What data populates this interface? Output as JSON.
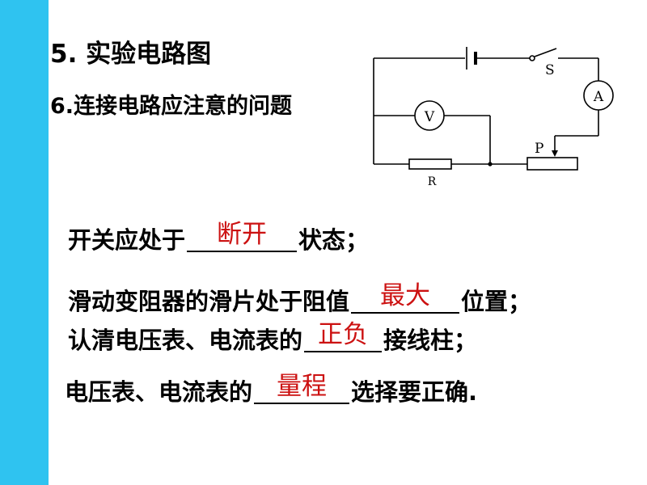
{
  "heading1": "5. 实验电路图",
  "heading2": "6.连接电路应注意的问题",
  "circuit": {
    "switch_label": "S",
    "ammeter_label": "A",
    "voltmeter_label": "V",
    "slider_label": "P",
    "resistor_label": "R"
  },
  "items": [
    {
      "before": "开关应处于",
      "answer": "断开",
      "after": "状态；"
    },
    {
      "before": "滑动变阻器的滑片处于阻值",
      "answer": "最大",
      "after": "位置；"
    },
    {
      "before": "认清电压表、电流表的",
      "answer": "正负",
      "after": "接线柱；"
    },
    {
      "before": "电压表、电流表的",
      "answer": "量程",
      "after": "选择要正确."
    }
  ],
  "colors": {
    "sidebar": "#2fc3f0",
    "answer": "#cc1111"
  }
}
